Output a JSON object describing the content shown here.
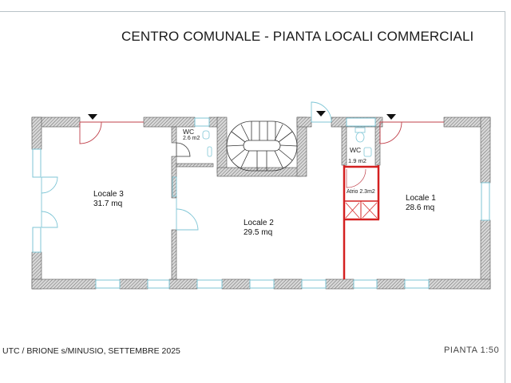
{
  "header": {
    "title": "CENTRO COMUNALE - PIANTA LOCALI COMMERCIALI"
  },
  "rooms": [
    {
      "id": "locale3",
      "name": "Locale 3",
      "area": "31.7 mq"
    },
    {
      "id": "locale2",
      "name": "Locale 2",
      "area": "29.5 mq"
    },
    {
      "id": "locale1",
      "name": "Locale 1",
      "area": "28.6 mq"
    },
    {
      "id": "wc-left",
      "name": "WC",
      "area": "2.6 m2"
    },
    {
      "id": "wc-right",
      "name": "WC",
      "area": "1.9 m2"
    },
    {
      "id": "atrio",
      "name": "Atrio 2.3m2"
    }
  ],
  "footer": {
    "credit": "UTC / BRIONE s/MINUSIO, SETTEMBRE 2025",
    "scale": "PIANTA 1:50"
  },
  "colors": {
    "wall_hatch": "#8a8a8a",
    "window": "#7fc6d6",
    "door_red": "#c0404a",
    "partition_red": "#d42020",
    "frame": "#b9c2c8"
  }
}
